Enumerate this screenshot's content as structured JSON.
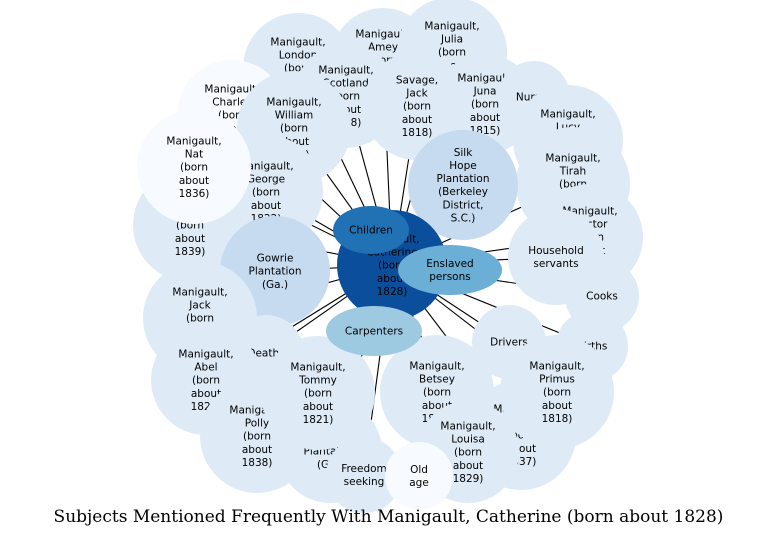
{
  "caption": "Subjects Mentioned Frequently With Manigault, Catherine (born about 1828)",
  "colors": {
    "center": "#0b4f9c",
    "dark": "#2171b5",
    "medium": "#6baed6",
    "light": "#9ecae1",
    "pale": "#c6dbef",
    "faint": "#deebf7",
    "whitish": "#f7fbff"
  },
  "center": {
    "label": [
      "Manigault,",
      "Catherine",
      "(born",
      "about",
      "1828)"
    ]
  },
  "nodes": [
    {
      "id": "amey",
      "label": [
        "Manigault,",
        "Amey",
        "(born",
        "about",
        "1820)"
      ]
    },
    {
      "id": "julia",
      "label": [
        "Manigault,",
        "Julia",
        "(born",
        "about",
        "1833)"
      ]
    },
    {
      "id": "london",
      "label": [
        "Manigault,",
        "London",
        "(born",
        "about",
        "1818)"
      ]
    },
    {
      "id": "scotland",
      "label": [
        "Manigault,",
        "Scotland",
        "(born",
        "about",
        "1818)"
      ]
    },
    {
      "id": "savage-jack",
      "label": [
        "Savage,",
        "Jack",
        "(born",
        "about",
        "1818)"
      ]
    },
    {
      "id": "juna",
      "label": [
        "Manigault,",
        "Juna",
        "(born",
        "about",
        "1815)"
      ]
    },
    {
      "id": "charles",
      "label": [
        "Manigault,",
        "Charles",
        "(born",
        "about",
        "1830)"
      ]
    },
    {
      "id": "nurses",
      "label": [
        "Nurses"
      ]
    },
    {
      "id": "lucy",
      "label": [
        "Manigault,",
        "Lucy",
        "(born",
        "about",
        "1831)"
      ]
    },
    {
      "id": "william",
      "label": [
        "Manigault,",
        "William",
        "(born",
        "about",
        "1830)"
      ]
    },
    {
      "id": "silk-hope",
      "label": [
        "Silk",
        "Hope",
        "Plantation",
        "(Berkeley",
        "District,",
        "S.C.)"
      ]
    },
    {
      "id": "tirah",
      "label": [
        "Manigault,",
        "Tirah",
        "(born",
        "about",
        "1843)"
      ]
    },
    {
      "id": "nat",
      "label": [
        "Manigault,",
        "Nat",
        "(born",
        "about",
        "1836)"
      ]
    },
    {
      "id": "george",
      "label": [
        "Manigault,",
        "George",
        "(born",
        "about",
        "1822)"
      ]
    },
    {
      "id": "born1813",
      "label": [
        "Manigault,",
        "Hector",
        "(born",
        "about",
        "1813)"
      ]
    },
    {
      "id": "born1839",
      "label": [
        "Manigault,",
        "Daniel",
        "(born",
        "about",
        "1839)"
      ]
    },
    {
      "id": "children",
      "label": [
        "Children"
      ]
    },
    {
      "id": "household",
      "label": [
        "Household",
        "servants"
      ]
    },
    {
      "id": "gowrie",
      "label": [
        "Gowrie",
        "Plantation",
        "(Ga.)"
      ]
    },
    {
      "id": "enslaved",
      "label": [
        "Enslaved",
        "persons"
      ]
    },
    {
      "id": "cooks",
      "label": [
        "Cooks"
      ]
    },
    {
      "id": "jack",
      "label": [
        "Manigault,",
        "Jack",
        "(born",
        "about",
        "1817)"
      ]
    },
    {
      "id": "carpenters",
      "label": [
        "Carpenters"
      ]
    },
    {
      "id": "drivers",
      "label": [
        "Drivers"
      ]
    },
    {
      "id": "deaths",
      "label": [
        "Deaths"
      ]
    },
    {
      "id": "births",
      "label": [
        "Births"
      ]
    },
    {
      "id": "born1820",
      "label": [
        "Manigault,",
        "Abel",
        "(born",
        "about",
        "1820)"
      ]
    },
    {
      "id": "tommy",
      "label": [
        "Manigault,",
        "Tommy",
        "(born",
        "about",
        "1821)"
      ]
    },
    {
      "id": "betsey",
      "label": [
        "Manigault,",
        "Betsey",
        "(born",
        "about",
        "1819)"
      ]
    },
    {
      "id": "primus",
      "label": [
        "Manigault,",
        "Primus",
        "(born",
        "about",
        "1818)"
      ]
    },
    {
      "id": "polly",
      "label": [
        "Manigault,",
        "Polly",
        "(born",
        "about",
        "1838)"
      ]
    },
    {
      "id": "born1837",
      "label": [
        "Manigault,",
        "Mary",
        "(born",
        "about",
        "1837)"
      ]
    },
    {
      "id": "heritage",
      "label": [
        "Heritage",
        "Plantation",
        "(Ga.)"
      ]
    },
    {
      "id": "louisa",
      "label": [
        "Manigault,",
        "Louisa",
        "(born",
        "about",
        "1829)"
      ]
    },
    {
      "id": "freedom",
      "label": [
        "Freedom",
        "seeking"
      ]
    },
    {
      "id": "old-age",
      "label": [
        "Old",
        "age"
      ]
    }
  ]
}
